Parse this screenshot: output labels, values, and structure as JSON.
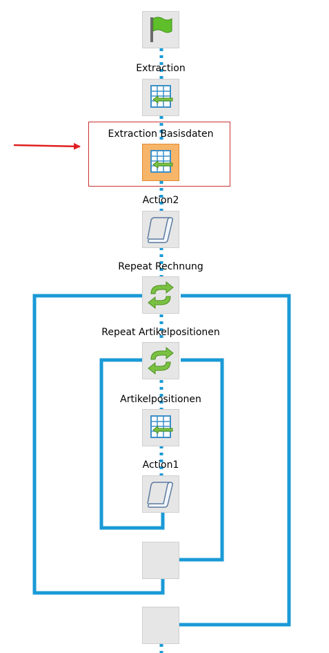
{
  "flow": {
    "start": {
      "icon": "green-flag-icon"
    },
    "nodes": [
      {
        "label": "Extraction",
        "icon": "extraction-table-icon"
      },
      {
        "label": "Extraction Basisdaten",
        "icon": "extraction-table-icon",
        "selected": true
      },
      {
        "label": "Action2",
        "icon": "script-icon"
      },
      {
        "label": "Repeat Rechnung",
        "icon": "repeat-icon"
      },
      {
        "label": "Repeat Artikelpositionen",
        "icon": "repeat-icon"
      },
      {
        "label": "Artikelpositionen",
        "icon": "extraction-table-icon"
      },
      {
        "label": "Action1",
        "icon": "script-icon"
      }
    ],
    "loop_ends": [
      {
        "icon": "loop-end-icon"
      },
      {
        "icon": "loop-end-icon"
      }
    ]
  },
  "annotation": {
    "arrow_color": "#e02020",
    "highlight_color": "#c83030"
  },
  "colors": {
    "connector": "#1a9ad6",
    "node_bg": "#e6e6e6",
    "selected_bg": "#f7b56a"
  }
}
